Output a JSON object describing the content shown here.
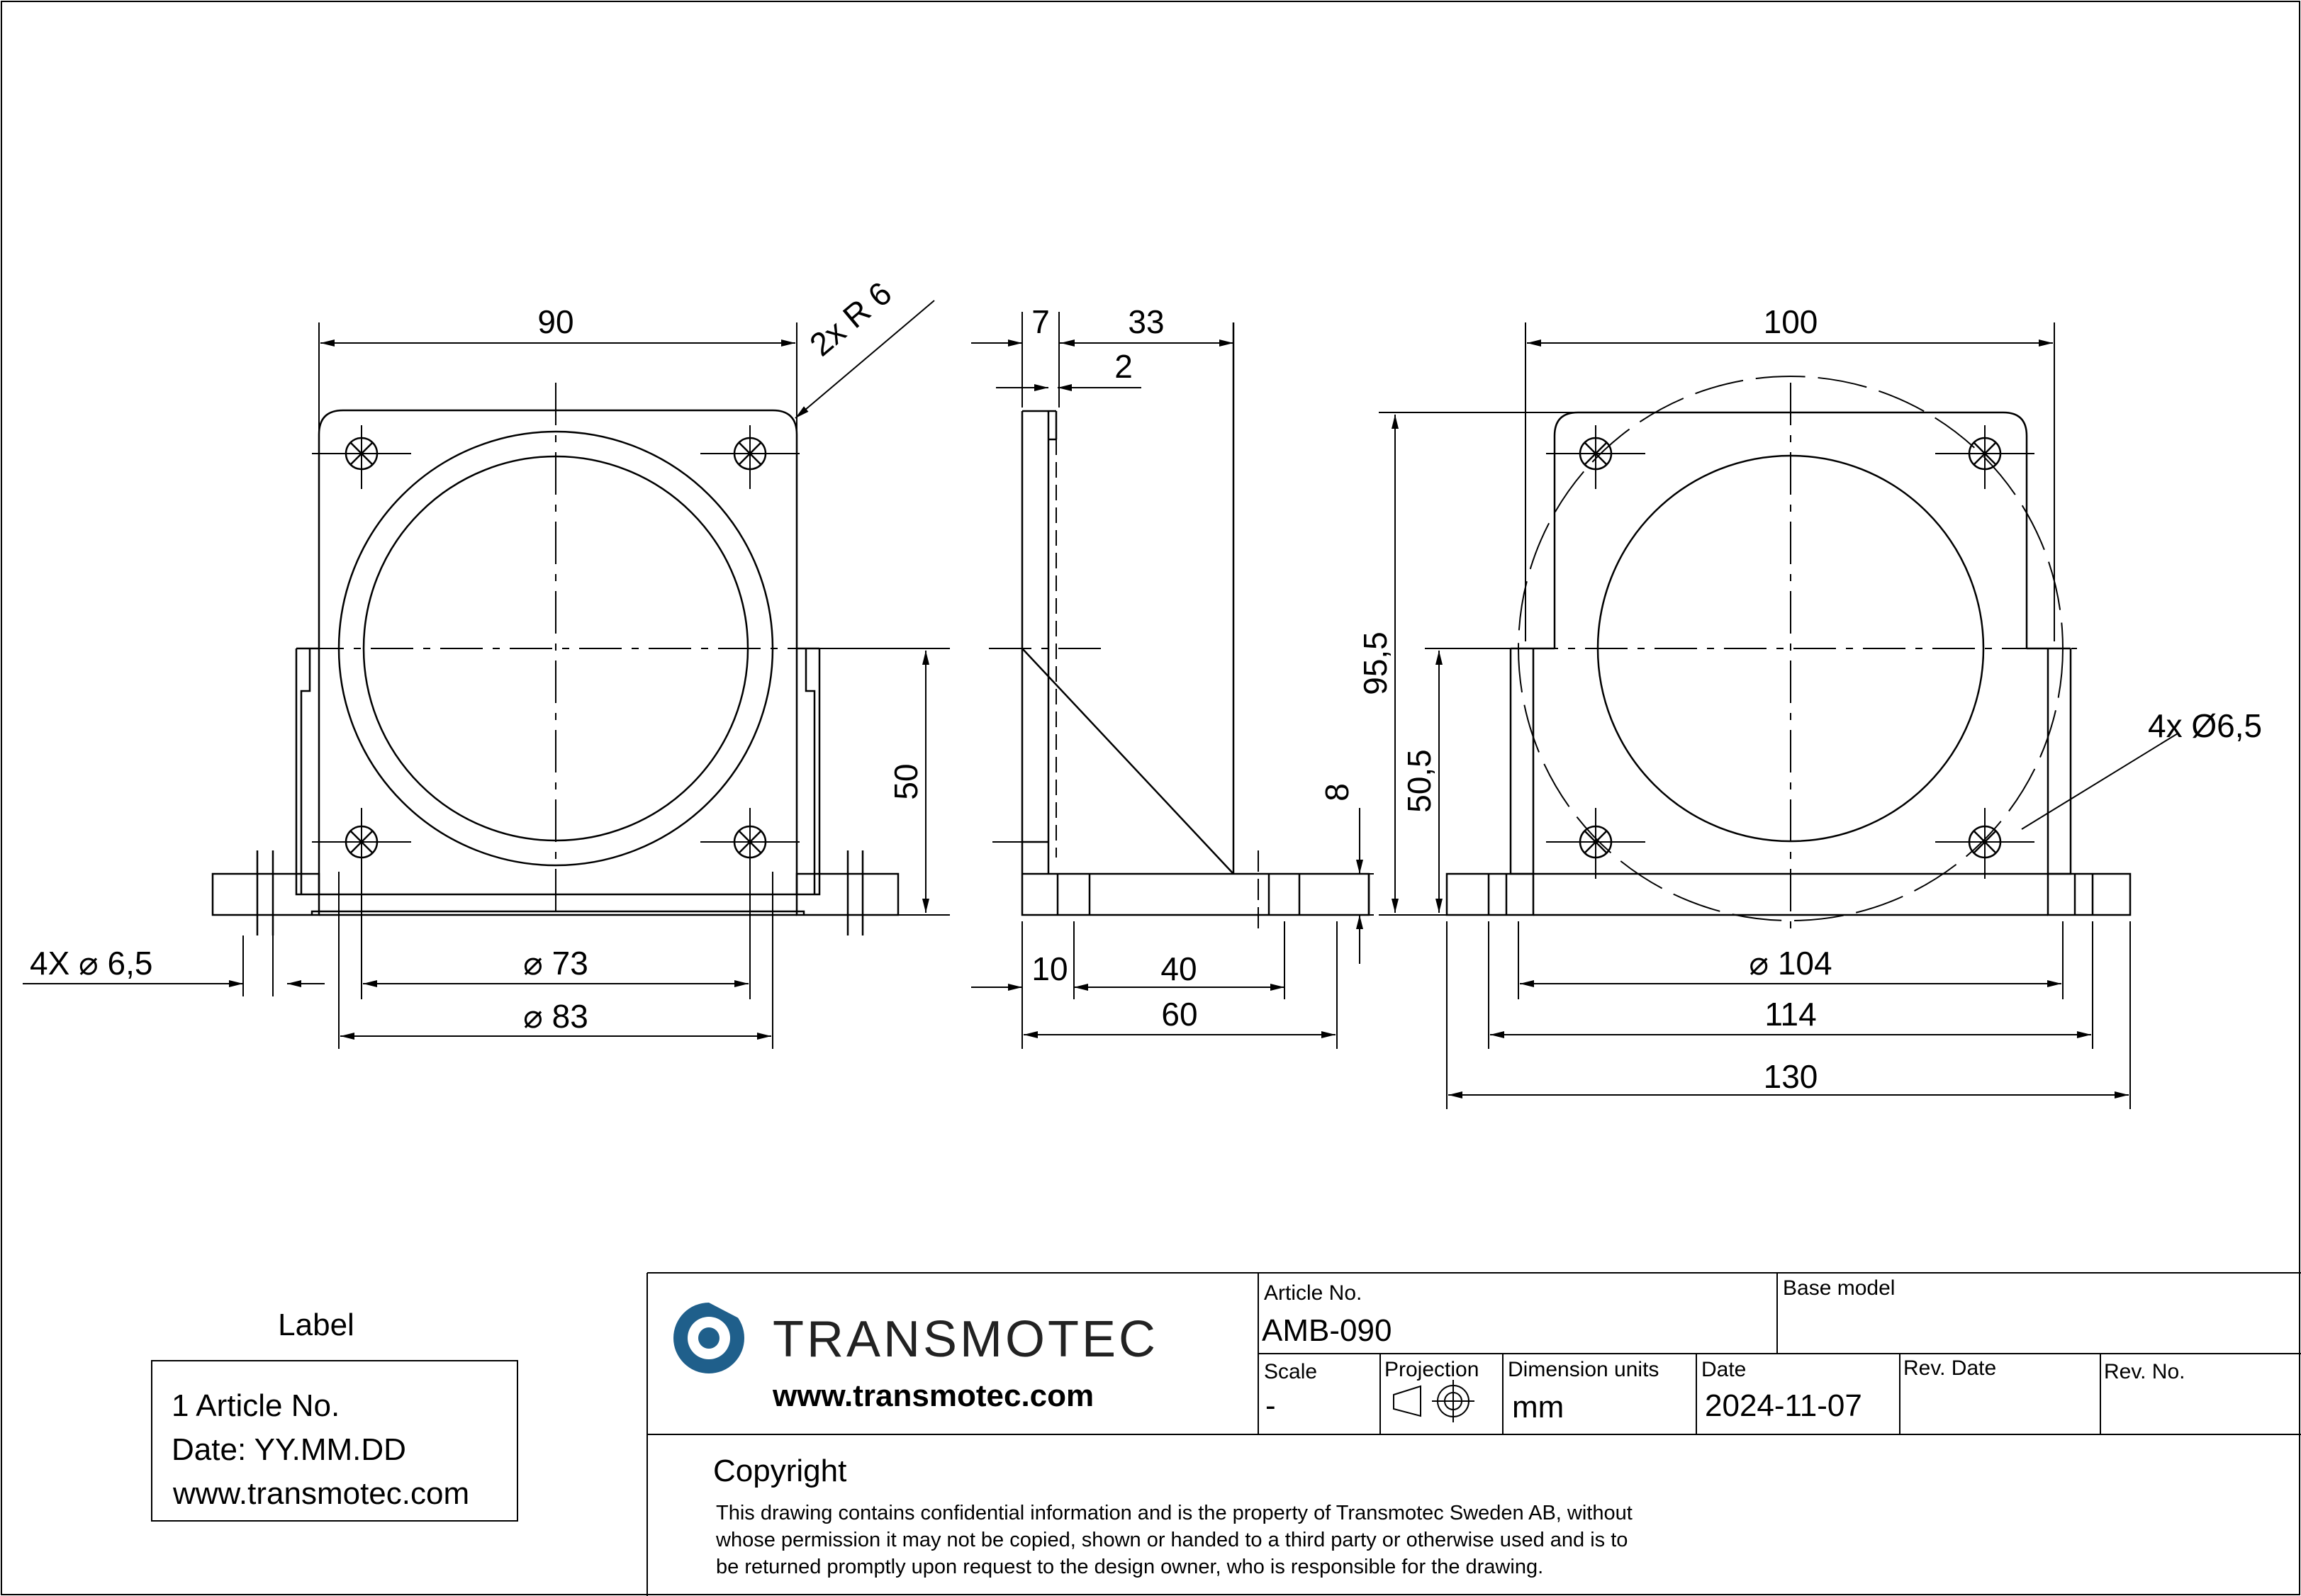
{
  "drawing": {
    "front_view": {
      "width_dim": "90",
      "radius_note": "2x R 6",
      "height_dim": "50",
      "hole_note": "4X ⌀  6,5",
      "inner_dia": "⌀ 73",
      "outer_dia": "⌀ 83"
    },
    "side_view": {
      "dim_7": "7",
      "dim_33": "33",
      "dim_2": "2",
      "dim_10": "10",
      "dim_40": "40",
      "dim_60": "60",
      "dim_8": "8"
    },
    "rear_view": {
      "width_dim": "100",
      "height_955": "95,5",
      "height_505": "50,5",
      "hole_note": "4x Ø6,5",
      "dia_104": "⌀  104",
      "dim_114": "114",
      "dim_130": "130"
    }
  },
  "label_box": {
    "heading": "Label",
    "line1": "1 Article No.",
    "line2": "Date: YY.MM.DD",
    "line3": "www.transmotec.com"
  },
  "title_block": {
    "company": "TRANSMOTEC",
    "website": "www.transmotec.com",
    "logo_color": "#1f5f8b",
    "article_label": "Article No.",
    "article_value": "AMB-090",
    "base_model_label": "Base model",
    "base_model_value": "",
    "scale_label": "Scale",
    "scale_value": "-",
    "projection_label": "Projection",
    "units_label": "Dimension units",
    "units_value": "mm",
    "date_label": "Date",
    "date_value": "2024-11-07",
    "rev_date_label": "Rev. Date",
    "rev_date_value": "",
    "rev_no_label": "Rev. No.",
    "rev_no_value": "",
    "copyright_heading": "Copyright",
    "copyright_line1": "This drawing contains confidential information and is the property of Transmotec Sweden AB, without",
    "copyright_line2": "whose permission it may not be copied, shown or handed to a third party or otherwise used and is to",
    "copyright_line3": "be returned promptly upon request to the design owner, who is responsible for the drawing."
  }
}
